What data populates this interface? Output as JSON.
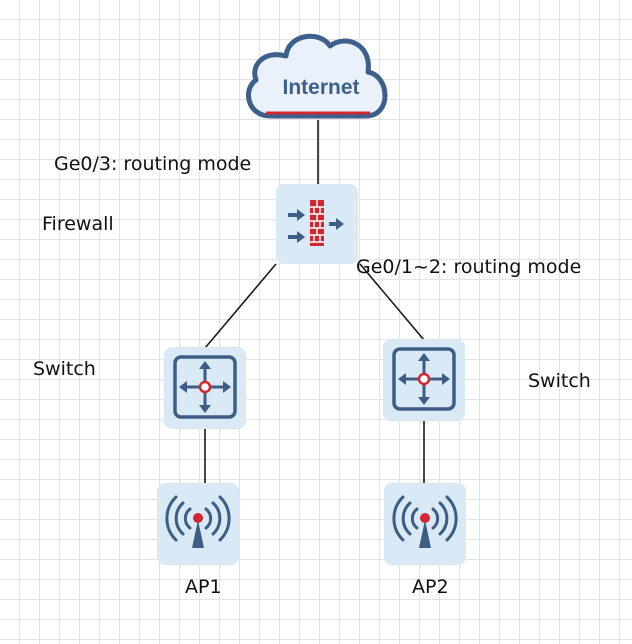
{
  "nodes": {
    "internet": {
      "label": "Internet"
    },
    "firewall": {
      "label": "Firewall",
      "uplink_port": "Ge0/3: routing mode",
      "downlink_ports": "Ge0/1~2: routing mode"
    },
    "switch_left": {
      "label": "Switch"
    },
    "switch_right": {
      "label": "Switch"
    },
    "ap1": {
      "label": "AP1"
    },
    "ap2": {
      "label": "AP2"
    }
  },
  "icons": {
    "internet": "cloud-icon",
    "firewall": "firewall-icon",
    "switch": "switch-icon",
    "ap": "wireless-ap-icon"
  },
  "colors": {
    "device_tile": "#d9e9f6",
    "device_glyph": "#3d5d85",
    "accent_red": "#d22630",
    "cloud_fill": "#eaf1fa",
    "cloud_text": "#3d5f8c",
    "link_line": "#1a1a1a"
  }
}
